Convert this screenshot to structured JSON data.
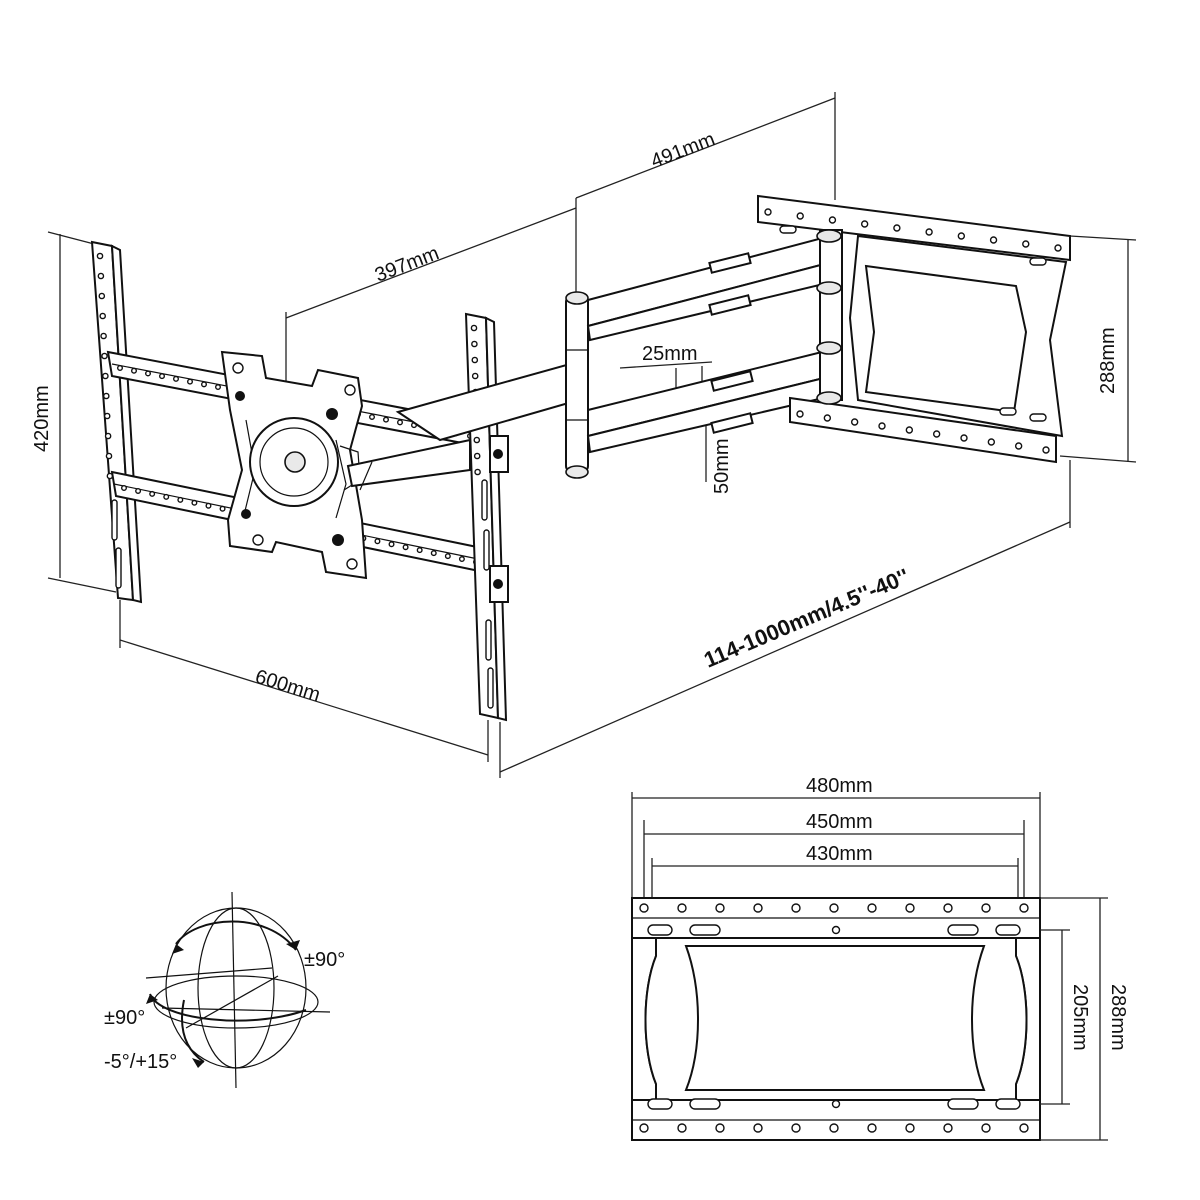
{
  "dimensions": {
    "total_depth": "491mm",
    "arm_length": "397mm",
    "height": "420mm",
    "width": "600mm",
    "wall_plate_height": "288mm",
    "arm_width": "25mm",
    "arm_depth": "50mm",
    "vesa_range": "114-1000mm/4.5''-40''"
  },
  "plate_detail": {
    "width_outer": "480mm",
    "width_middle": "450mm",
    "width_inner": "430mm",
    "height_inner": "205mm",
    "height_outer": "288mm"
  },
  "rotation": {
    "swivel": "±90°",
    "rotate": "±90°",
    "tilt": "-5°/+15°"
  }
}
